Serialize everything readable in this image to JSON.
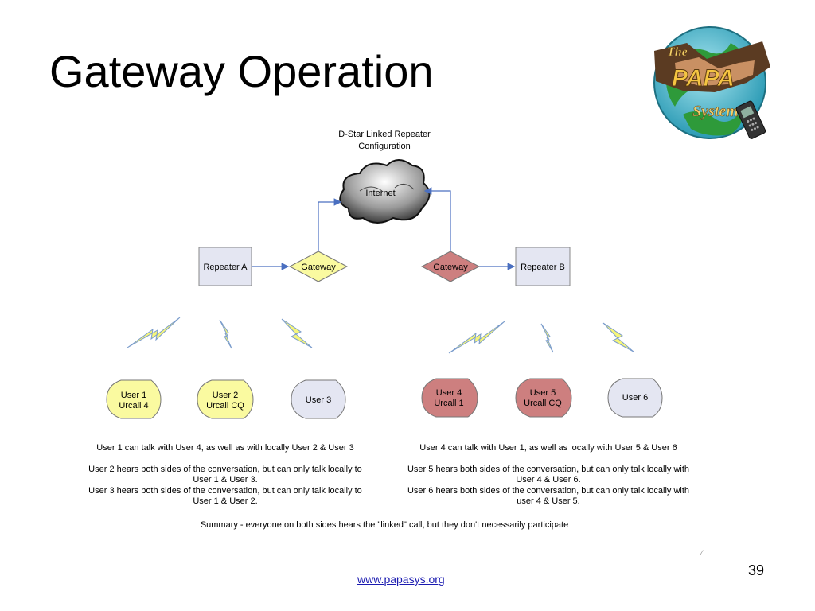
{
  "slide": {
    "title": "Gateway Operation",
    "page_number": "39",
    "footer_link": "www.papasys.org"
  },
  "logo": {
    "line1": "The",
    "line2": "PAPA",
    "line3": "System",
    "icons": [
      "globe-icon",
      "handshake-icon",
      "handheld-radio-icon"
    ]
  },
  "diagram": {
    "title_line1": "D-Star Linked Repeater",
    "title_line2": "Configuration",
    "cloud_label": "Internet",
    "repeater_a": "Repeater A",
    "repeater_b": "Repeater B",
    "gateway_a": "Gateway",
    "gateway_b": "Gateway",
    "users": [
      {
        "line1": "User 1",
        "line2": "Urcall 4"
      },
      {
        "line1": "User 2",
        "line2": "Urcall CQ"
      },
      {
        "line1": "User 3",
        "line2": ""
      },
      {
        "line1": "User 4",
        "line2": "Urcall 1"
      },
      {
        "line1": "User 5",
        "line2": "Urcall CQ"
      },
      {
        "line1": "User 6",
        "line2": ""
      }
    ],
    "colors": {
      "yellow": "#fafaa0",
      "red": "#cd7f7f",
      "lavender": "#e4e6f2",
      "arrow": "#4a6fc0",
      "bolt": "#f5f57a",
      "bolt_outline": "#7a9ccc"
    }
  },
  "notes": {
    "left_1": "User 1 can talk with User 4, as well as with locally User 2 & User 3",
    "left_2a": "User 2 hears both sides of the conversation, but can only talk locally to",
    "left_2b": "User 1 & User 3.",
    "left_3a": "User 3 hears both sides of the conversation, but can only talk locally to",
    "left_3b": "User 1 & User 2.",
    "right_1": "User 4 can talk with User 1, as well as locally with User 5 & User 6",
    "right_2a": "User 5 hears both sides of the conversation, but can only talk locally with",
    "right_2b": "User 4 & User 6.",
    "right_3a": "User 6 hears both sides of the conversation, but can only talk locally with",
    "right_3b": "user 4 & User 5.",
    "summary": "Summary - everyone on both sides hears the \"linked\" call, but they don't necessarily participate"
  }
}
